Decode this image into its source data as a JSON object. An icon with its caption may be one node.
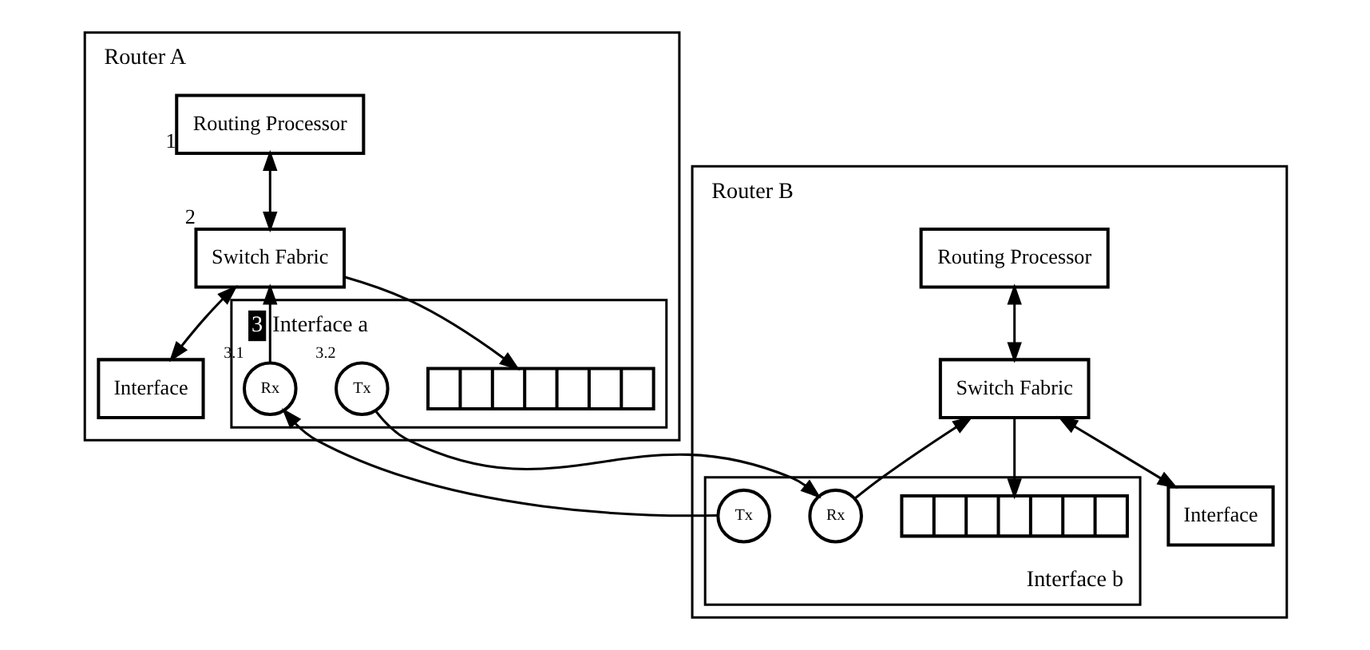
{
  "diagram": {
    "nodes": [
      {
        "text": [
          "Router A"
        ]
      },
      {
        "text": [
          "Routing Processor"
        ],
        "in": 0,
        "beside": [
          "1"
        ]
      },
      {
        "text": [
          "Interface"
        ],
        "in": 0
      },
      {
        "text": [
          "Switch Fabric"
        ],
        "in": 0,
        "beside": [
          "2"
        ]
      },
      {
        "text": [
          "Interface a"
        ],
        "in": 0,
        "beside": [
          "3"
        ]
      },
      {
        "text": [
          "Rx"
        ],
        "in": 4,
        "beside": [
          "3.1"
        ]
      },
      {
        "text": [],
        "shape": "box",
        "in": 4
      },
      {
        "text": [
          "Tx"
        ],
        "in": 4,
        "beside": [
          "3.2"
        ]
      },
      {
        "text": [
          "Router B"
        ]
      },
      {
        "text": [
          "Interface"
        ],
        "in": 8
      },
      {
        "text": [
          "Routing Processor"
        ],
        "in": 8
      },
      {
        "text": [
          "Switch Fabric"
        ],
        "in": 8
      },
      {
        "text": [
          "Interface b"
        ],
        "in": 8
      },
      {
        "text": [
          "Tx"
        ],
        "in": 12
      },
      {
        "text": [],
        "shape": "box",
        "in": 12
      },
      {
        "text": [
          "Rx"
        ],
        "in": 12
      }
    ],
    "edges": [
      {
        "from": 1,
        "to": 3,
        "arrow": "both"
      },
      {
        "from": 3,
        "to": 2,
        "arrow": "both"
      },
      {
        "from": 5,
        "to": 3,
        "arrow": "to"
      },
      {
        "from": 3,
        "to": 6,
        "arrow": "to"
      },
      {
        "from": 7,
        "to": 15,
        "arrow": "to"
      },
      {
        "from": 13,
        "to": 5,
        "arrow": "to"
      },
      {
        "from": 11,
        "to": 14,
        "arrow": "to"
      },
      {
        "from": 15,
        "to": 11,
        "arrow": "to"
      },
      {
        "from": 10,
        "to": 11,
        "arrow": "both"
      },
      {
        "from": 11,
        "to": 9,
        "arrow": "both"
      }
    ]
  }
}
